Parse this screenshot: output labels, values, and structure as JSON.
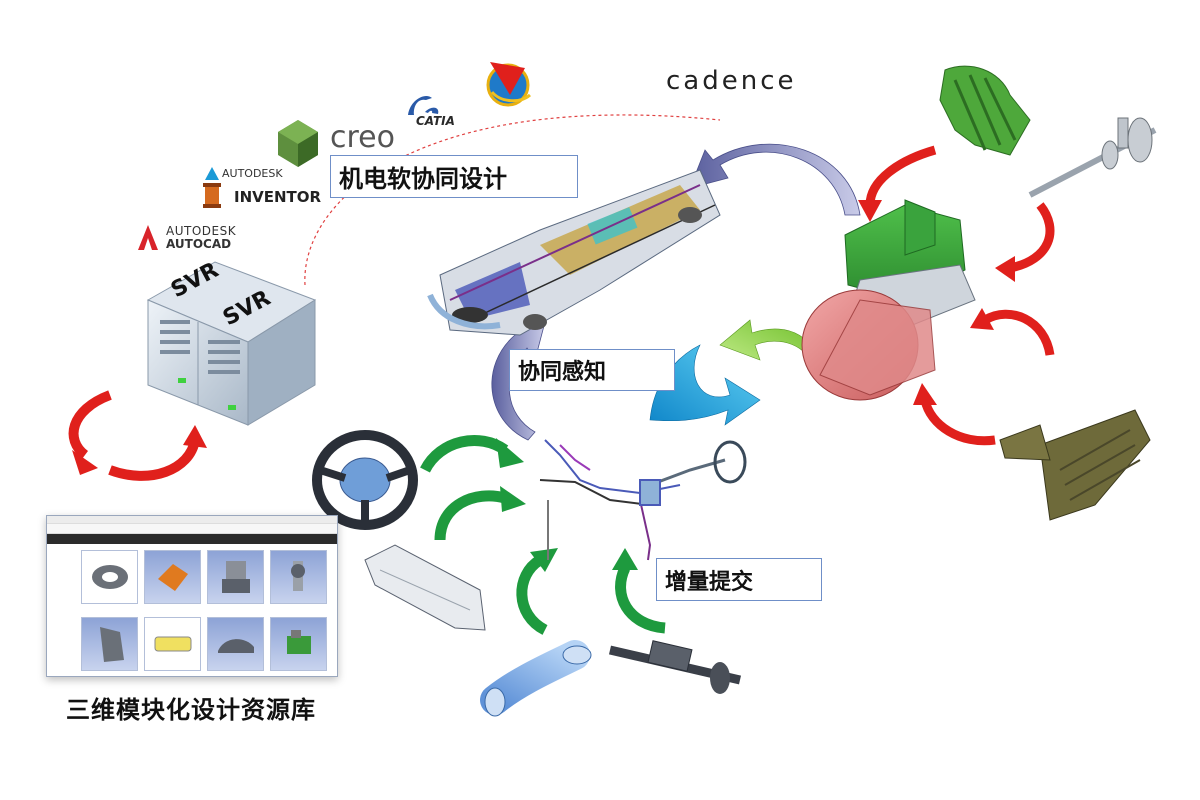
{
  "logos": {
    "autocad_brand": "AUTODESK",
    "autocad_product": "AUTOCAD",
    "inventor_brand": "AUTODESK",
    "inventor_product": "INVENTOR",
    "creo": "creo",
    "catia": "CATIA",
    "cadence": "cadence"
  },
  "server": {
    "label1": "SVR",
    "label2": "SVR"
  },
  "labels": {
    "mech_elec_soft": "机电软协同设计",
    "collab_sense": "协同感知",
    "incremental": "增量提交",
    "resource_library": "三维模块化设计资源库"
  },
  "colors": {
    "red_arrow": "#e0201c",
    "green_arrow": "#1e9a3e",
    "purple_arrow": "#7a7fb8",
    "blue_arrow": "#1aa7e0",
    "lime_arrow": "#8fd34a",
    "box_border": "#6f8fc8"
  }
}
